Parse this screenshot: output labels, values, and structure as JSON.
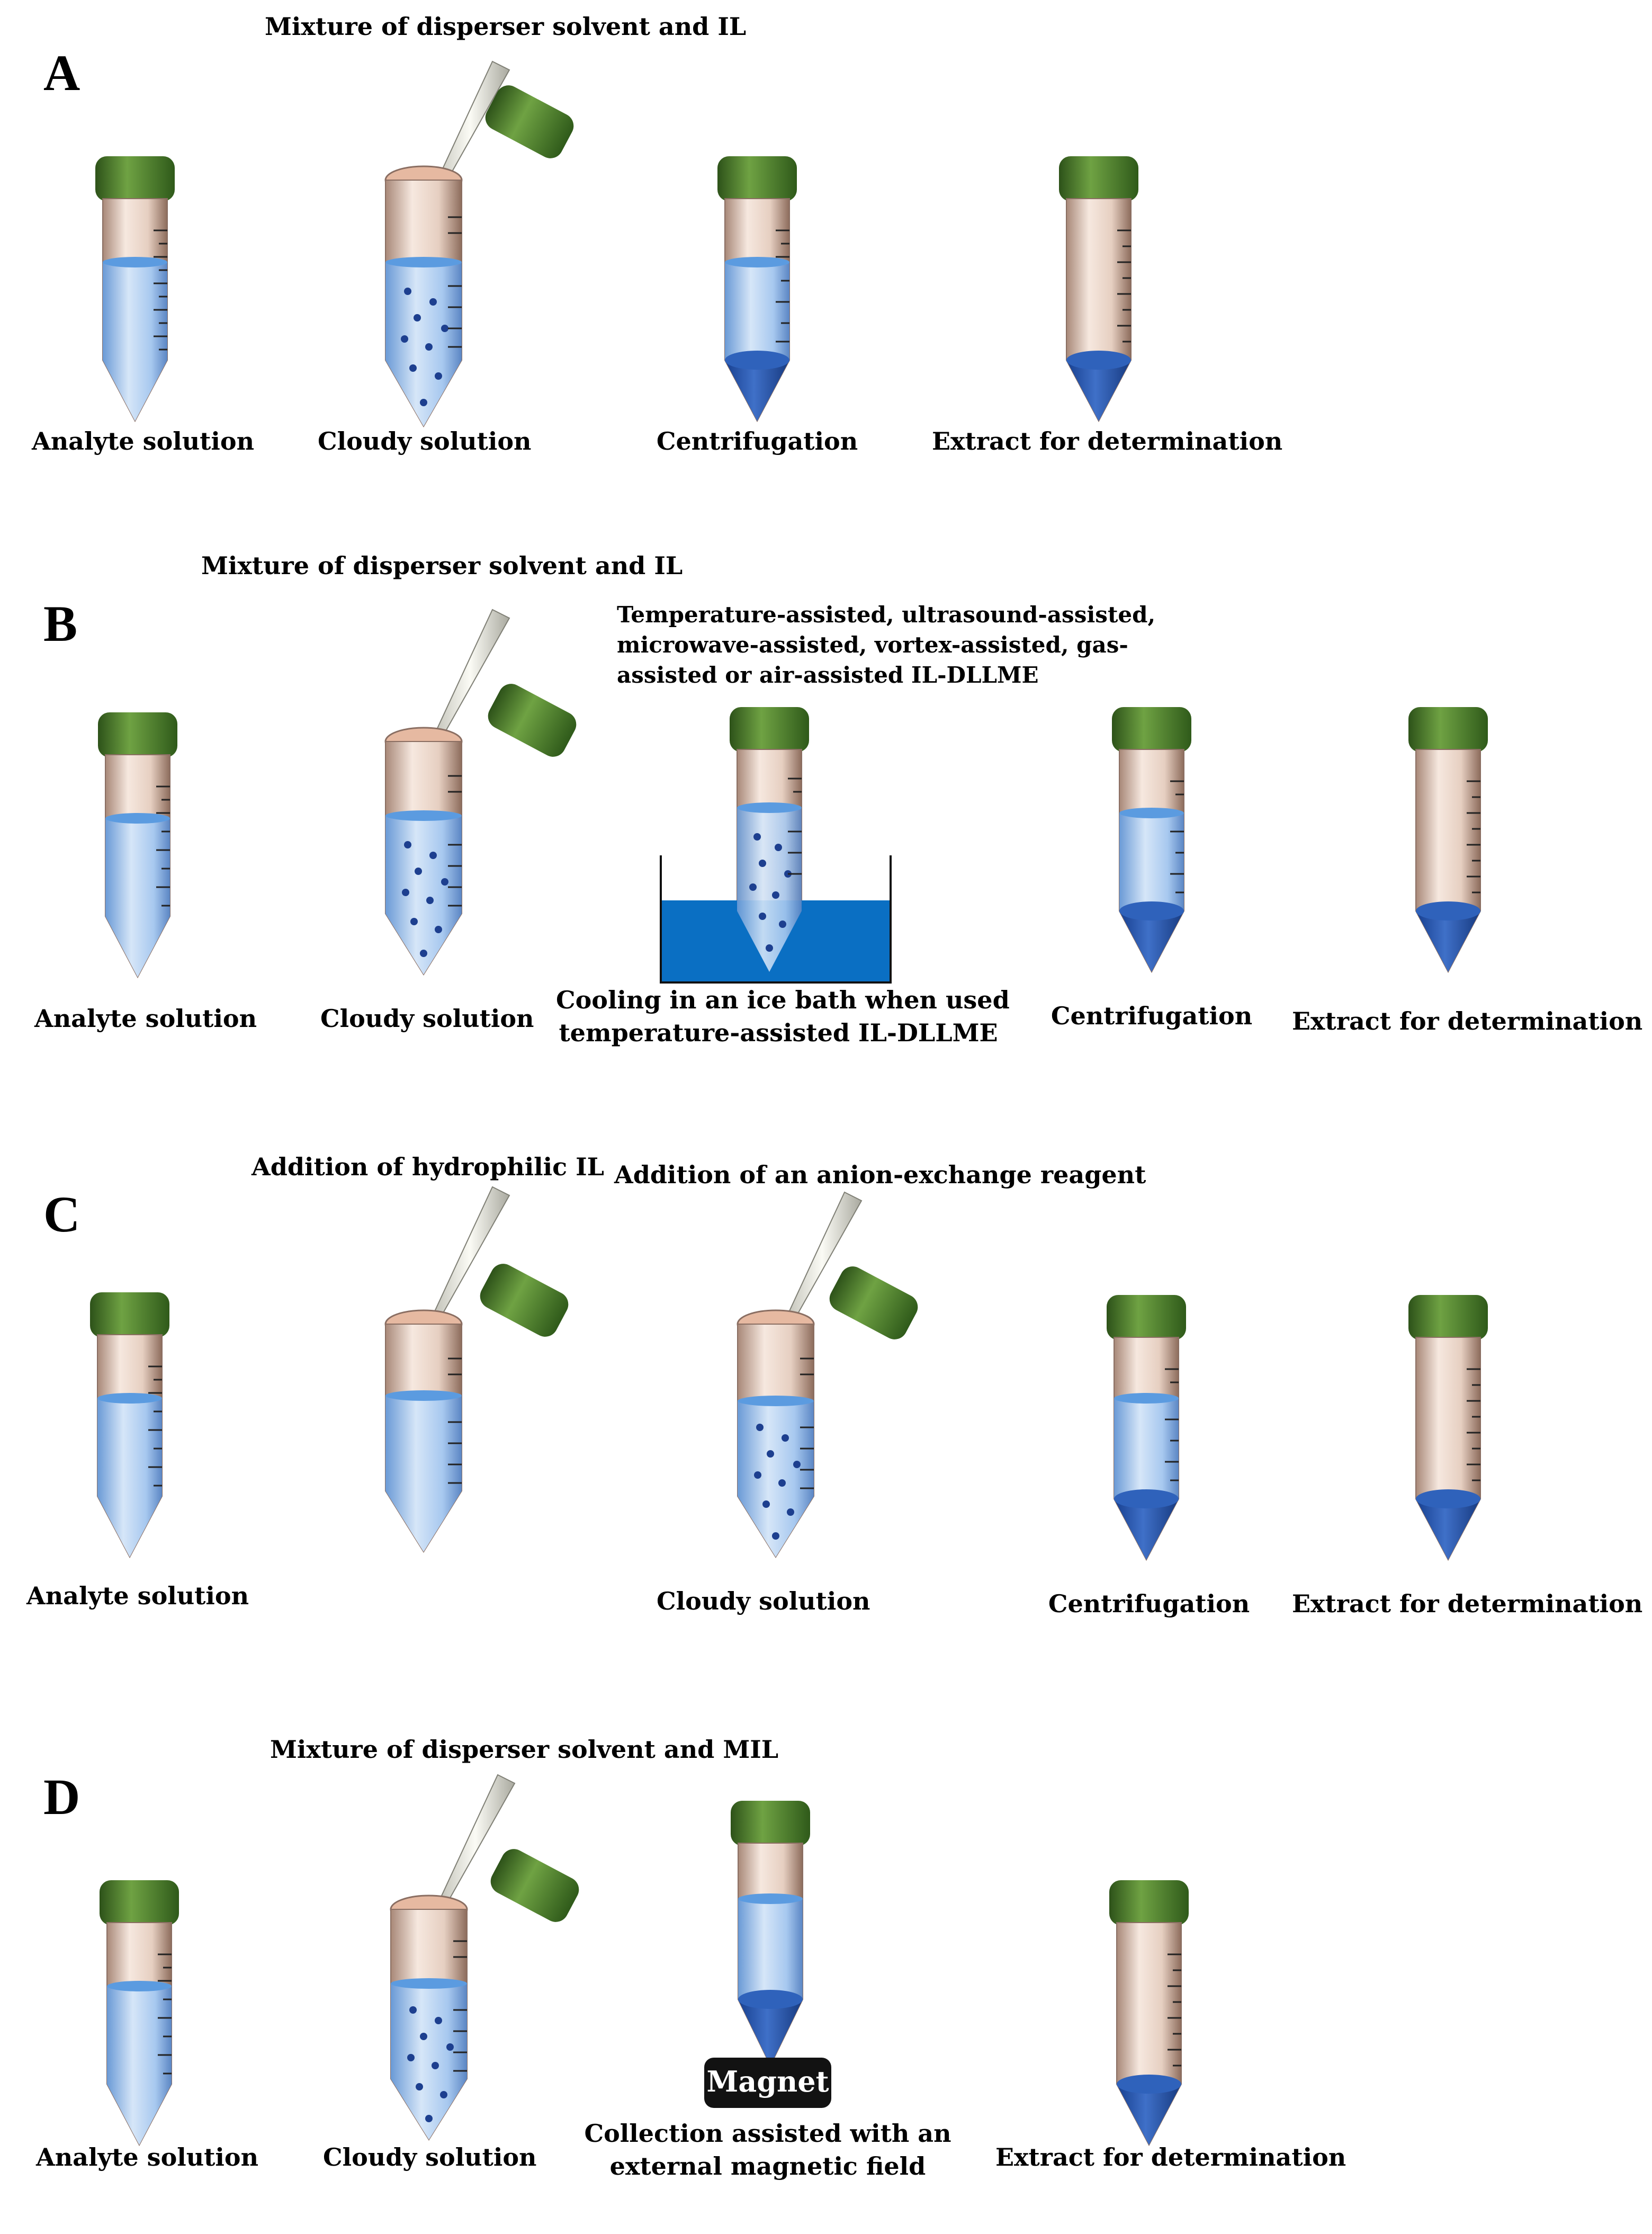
{
  "panels": [
    {
      "letter": "A",
      "top_label": "Mixture of disperser solvent and IL",
      "steps": [
        "Analyte solution",
        "Cloudy solution",
        "Centrifugation",
        "Extract for determination"
      ]
    },
    {
      "letter": "B",
      "top_label": "Mixture of disperser solvent and IL",
      "assist_note": [
        "Temperature-assisted, ultrasound-assisted,",
        "microwave-assisted, vortex-assisted, gas-",
        "assisted or air-assisted IL-DLLME"
      ],
      "steps": [
        "Analyte solution",
        "Cloudy solution",
        "Centrifugation",
        "Extract for determination"
      ],
      "bath_caption": [
        "Cooling in an ice bath when used",
        "temperature-assisted IL-DLLME"
      ]
    },
    {
      "letter": "C",
      "top_label": "Addition of hydrophilic IL",
      "top_label_2": "Addition of an anion-exchange reagent",
      "steps": [
        "Analyte solution",
        "Cloudy solution",
        "Centrifugation",
        "Extract for determination"
      ]
    },
    {
      "letter": "D",
      "top_label": "Mixture of disperser solvent and MIL",
      "steps": [
        "Analyte solution",
        "Cloudy solution",
        "Extract for determination"
      ],
      "magnet_label": "Magnet",
      "magnet_caption": [
        "Collection assisted with an",
        "external magnetic field"
      ]
    }
  ],
  "colors": {
    "cap_green": "#4f7d2c",
    "tube_body": "#e8d3c6",
    "liquid_blue": "#9fc6f0",
    "extract_blue": "#1f4fa8",
    "droplet": "#1d3f8f",
    "ice_bath": "#0a6fc3",
    "magnet": "#121212"
  }
}
